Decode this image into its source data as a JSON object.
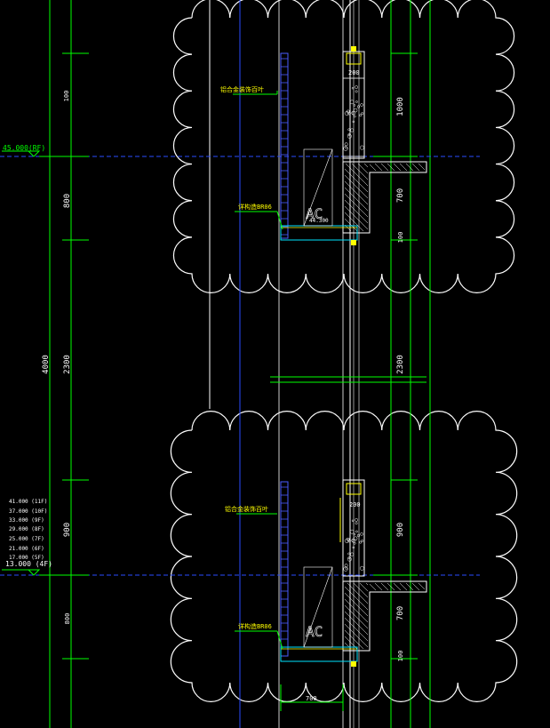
{
  "colors": {
    "background": "#000000",
    "cloud": "#ffffff",
    "dimension": "#00ff00",
    "axis": "#2a4cff",
    "detail": "#00e5ff",
    "label": "#ffff00",
    "hatch": "#ffffff",
    "louver": "#4a5cff"
  },
  "levels": {
    "level_a": "45.000(RF)",
    "level_b": "13.000 (4F)",
    "stack": [
      "41.000 (11F)",
      "37.000 (10F)",
      "33.000 (9F)",
      "29.000 (8F)",
      "25.000 (7F)",
      "21.000 (6F)",
      "17.000 (5F)"
    ]
  },
  "dimensions": {
    "floor_total": "4000",
    "left_upper_a": "100",
    "left_upper_b": "800",
    "left_mid": "2300",
    "left_lower_a": "900",
    "left_lower_b": "800",
    "right_upper_a": "1000",
    "right_upper_b": "700",
    "right_upper_c": "100",
    "right_mid": "2300",
    "right_lower_a": "900",
    "right_lower_b": "700",
    "right_lower_c": "100",
    "wall_upper": "200",
    "wall_lower": "200",
    "bottom_width": "700"
  },
  "annotations": {
    "louver_upper": "铝合金装饰百叶",
    "support_upper": "详构造BR06",
    "louver_lower": "铝合金装饰百叶",
    "support_lower": "详构造BR06",
    "ac_upper": "AC",
    "ac_lower": "AC",
    "slab_level": "44.300"
  }
}
